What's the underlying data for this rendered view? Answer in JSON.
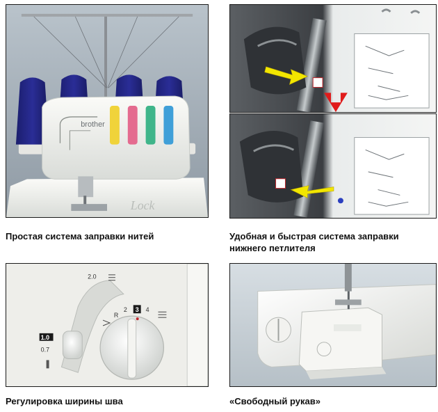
{
  "panels": {
    "threading": {
      "caption": "Простая система заправки нитей",
      "machine_brand": "brother",
      "model_script": "Lock"
    },
    "lower_looper": {
      "caption_lines": [
        "Удобная и быстрая система заправки",
        "нижнего петлителя"
      ]
    },
    "stitch_width": {
      "caption": "Регулировка ширины шва",
      "length_marks": [
        "2.0",
        "1.0",
        "0.7"
      ],
      "width_marks": [
        "R",
        "2",
        "3",
        "4"
      ]
    },
    "free_arm": {
      "caption": "«Свободный рукав»"
    }
  },
  "colors": {
    "thread_cone": "#2a2d96",
    "arrow_yellow": "#f2e600",
    "arrow_red": "#e01b1b",
    "dial_yellow": "#f0d33a",
    "dial_pink": "#e46b8f",
    "dial_green": "#3fb58a",
    "dial_blue": "#3f9fd8"
  }
}
